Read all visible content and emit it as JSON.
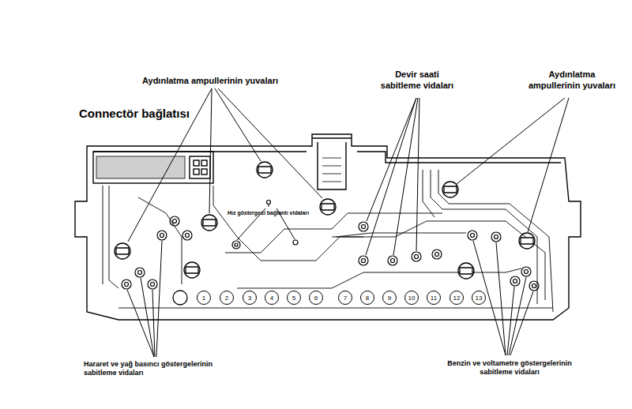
{
  "diagram": {
    "nodes": [
      {
        "text": [
          "1"
        ]
      },
      {
        "text": [
          "2"
        ]
      },
      {
        "text": [
          "3"
        ]
      },
      {
        "text": [
          "4"
        ]
      },
      {
        "text": [
          "5"
        ]
      },
      {
        "text": [
          "6"
        ]
      },
      {
        "text": [
          "7"
        ]
      },
      {
        "text": [
          "8"
        ]
      },
      {
        "text": [
          "9"
        ]
      },
      {
        "text": [
          "10"
        ]
      },
      {
        "text": [
          "11"
        ]
      },
      {
        "text": [
          "12"
        ]
      },
      {
        "text": [
          "13"
        ]
      }
    ],
    "labels": [
      "Aydınlatma ampullerinin yuvaları",
      "Connectör bağlatısı",
      "Devir saati sabitleme vidaları",
      "Aydınlatma ampullerinin yuvaları",
      "Hız göstergesi bağlantı vidaları",
      "Hararet ve yağ basıncı göstergelerinin sabitleme vidaları",
      "Benzin ve voltametre göstergelerinin sabitleme vidaları"
    ]
  }
}
